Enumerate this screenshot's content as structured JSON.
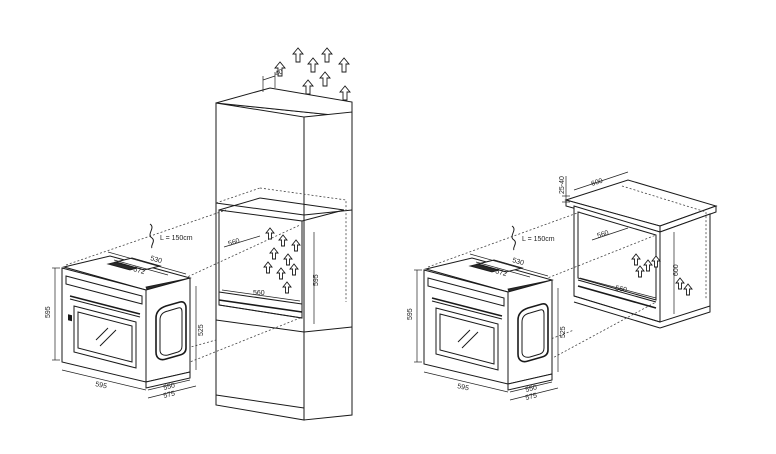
{
  "left": {
    "cable_label": "L = 150cm",
    "dims": {
      "gap_top": "40",
      "depth_inner": "530",
      "depth_top": "572",
      "height": "595",
      "width": "595",
      "side_depth": "525",
      "base1": "550",
      "base2": "575",
      "cabinet_depth": "560",
      "cabinet_width": "560",
      "cabinet_height": "595"
    }
  },
  "right": {
    "cable_label": "L = 150cm",
    "dims": {
      "gap_top": "25-40",
      "top_depth": "600",
      "depth_inner": "530",
      "depth_top": "572",
      "height": "595",
      "width": "595",
      "side_depth": "525",
      "base1": "550",
      "base2": "575",
      "cabinet_depth": "560",
      "cabinet_width": "560",
      "cabinet_height": "600"
    }
  }
}
